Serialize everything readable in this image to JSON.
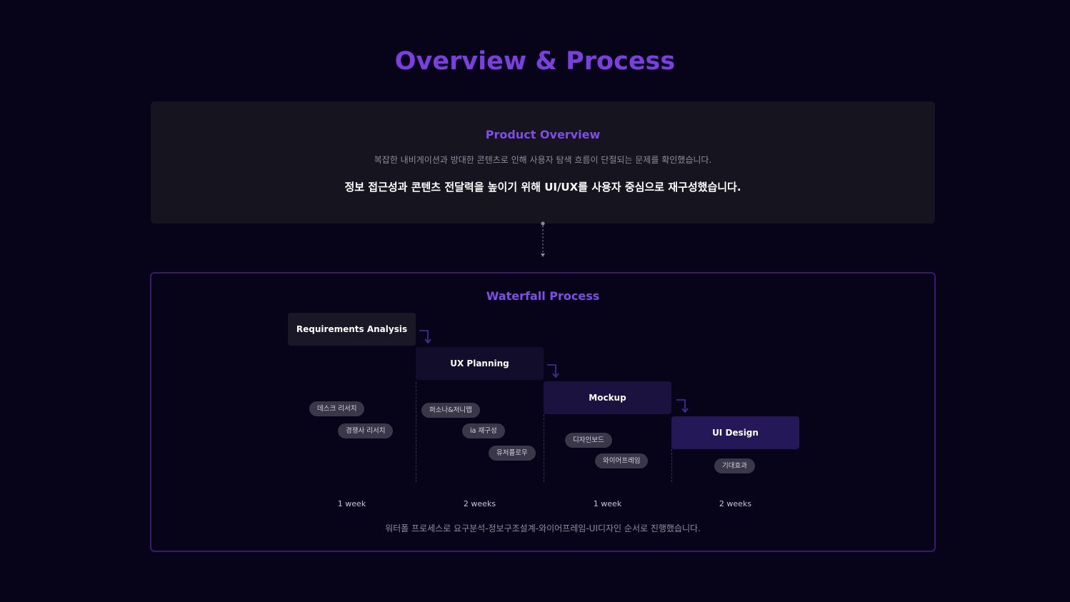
{
  "page": {
    "title": "Overview & Process"
  },
  "overview": {
    "heading": "Product Overview",
    "subtitle": "복잡한 내비게이션과 방대한 콘텐츠로 인해 사용자 탐색 흐름이 단절되는 문제를 확인했습니다.",
    "statement": "정보 접근성과 콘텐츠 전달력을 높이기 위해 UI/UX를 사용자 중심으로 재구성했습니다."
  },
  "process": {
    "heading": "Waterfall Process",
    "footer": "워터폴 프로세스로 요구분석-정보구조설계-와이어프레임-UI디자인 순서로 진행했습니다.",
    "stages": [
      {
        "label": "Requirements Analysis",
        "duration": "1 week",
        "tasks": [
          "데스크 리서치",
          "경쟁사 리서치"
        ]
      },
      {
        "label": "UX Planning",
        "duration": "2 weeks",
        "tasks": [
          "퍼소나&저니맵",
          "ia 재구성",
          "유저플로우"
        ]
      },
      {
        "label": "Mockup",
        "duration": "1 week",
        "tasks": [
          "디자인보드",
          "와이어프레임"
        ]
      },
      {
        "label": "UI Design",
        "duration": "2 weeks",
        "tasks": [
          "기대효과"
        ]
      }
    ]
  },
  "colors": {
    "background": "#07041a",
    "accent": "#7b3fe0",
    "card": "#16141f",
    "chip": "#3a3848"
  }
}
